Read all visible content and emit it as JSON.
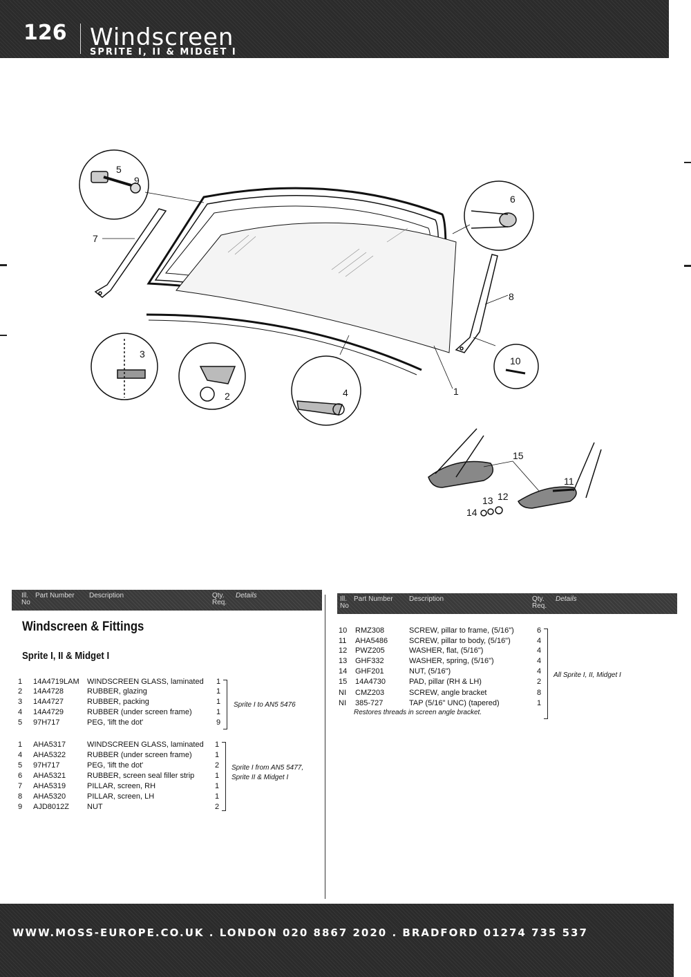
{
  "header": {
    "page_number": "126",
    "title": "Windscreen",
    "subtitle": "SPRITE I, II & MIDGET I"
  },
  "diagram": {
    "callouts": [
      "5",
      "9",
      "7",
      "6",
      "8",
      "3",
      "2",
      "4",
      "1",
      "10",
      "15",
      "11",
      "13",
      "12",
      "14"
    ]
  },
  "table_headers": {
    "ill_no": "Ill. No",
    "part_number": "Part Number",
    "description": "Description",
    "qty": "Qty. Req.",
    "details": "Details"
  },
  "section": {
    "title": "Windscreen & Fittings",
    "subtitle": "Sprite I, II & Midget I"
  },
  "left_group1": {
    "rows": [
      {
        "ill": "1",
        "part": "14A4719LAM",
        "desc": "WINDSCREEN GLASS, laminated",
        "qty": "1"
      },
      {
        "ill": "2",
        "part": "14A4728",
        "desc": "RUBBER, glazing",
        "qty": "1"
      },
      {
        "ill": "3",
        "part": "14A4727",
        "desc": "RUBBER, packing",
        "qty": "1"
      },
      {
        "ill": "4",
        "part": "14A4729",
        "desc": "RUBBER (under screen frame)",
        "qty": "1"
      },
      {
        "ill": "5",
        "part": "97H717",
        "desc": "PEG, 'lift the dot'",
        "qty": "9"
      }
    ],
    "details": "Sprite I to AN5 5476"
  },
  "left_group2": {
    "rows": [
      {
        "ill": "1",
        "part": "AHA5317",
        "desc": "WINDSCREEN GLASS, laminated",
        "qty": "1"
      },
      {
        "ill": "4",
        "part": "AHA5322",
        "desc": "RUBBER (under screen frame)",
        "qty": "1"
      },
      {
        "ill": "5",
        "part": "97H717",
        "desc": "PEG, 'lift the dot'",
        "qty": "2"
      },
      {
        "ill": "6",
        "part": "AHA5321",
        "desc": "RUBBER, screen seal filler strip",
        "qty": "1"
      },
      {
        "ill": "7",
        "part": "AHA5319",
        "desc": "PILLAR, screen, RH",
        "qty": "1"
      },
      {
        "ill": "8",
        "part": "AHA5320",
        "desc": "PILLAR, screen, LH",
        "qty": "1"
      },
      {
        "ill": "9",
        "part": "AJD8012Z",
        "desc": "NUT",
        "qty": "2"
      }
    ],
    "details_line1": "Sprite I from AN5 5477,",
    "details_line2": "Sprite II & Midget I"
  },
  "right_group": {
    "rows": [
      {
        "ill": "10",
        "part": "RMZ308",
        "desc": "SCREW, pillar to frame, (5/16\")",
        "qty": "6"
      },
      {
        "ill": "11",
        "part": "AHA5486",
        "desc": "SCREW, pillar to body, (5/16\")",
        "qty": "4"
      },
      {
        "ill": "12",
        "part": "PWZ205",
        "desc": "WASHER, flat, (5/16\")",
        "qty": "4"
      },
      {
        "ill": "13",
        "part": "GHF332",
        "desc": "WASHER, spring, (5/16\")",
        "qty": "4"
      },
      {
        "ill": "14",
        "part": "GHF201",
        "desc": "NUT, (5/16\")",
        "qty": "4"
      },
      {
        "ill": "15",
        "part": "14A4730",
        "desc": "PAD, pillar (RH & LH)",
        "qty": "2"
      },
      {
        "ill": "NI",
        "part": "CMZ203",
        "desc": "SCREW, angle bracket",
        "qty": "8"
      },
      {
        "ill": "NI",
        "part": "385-727",
        "desc": "TAP (5/16\" UNC) (tapered)",
        "qty": "1"
      }
    ],
    "note": "Restores threads in screen angle bracket.",
    "details": "All Sprite I, II, Midget I"
  },
  "footer": {
    "text": "WWW.MOSS-EUROPE.CO.UK . LONDON 020 8867 2020 . BRADFORD 01274 735 537"
  }
}
